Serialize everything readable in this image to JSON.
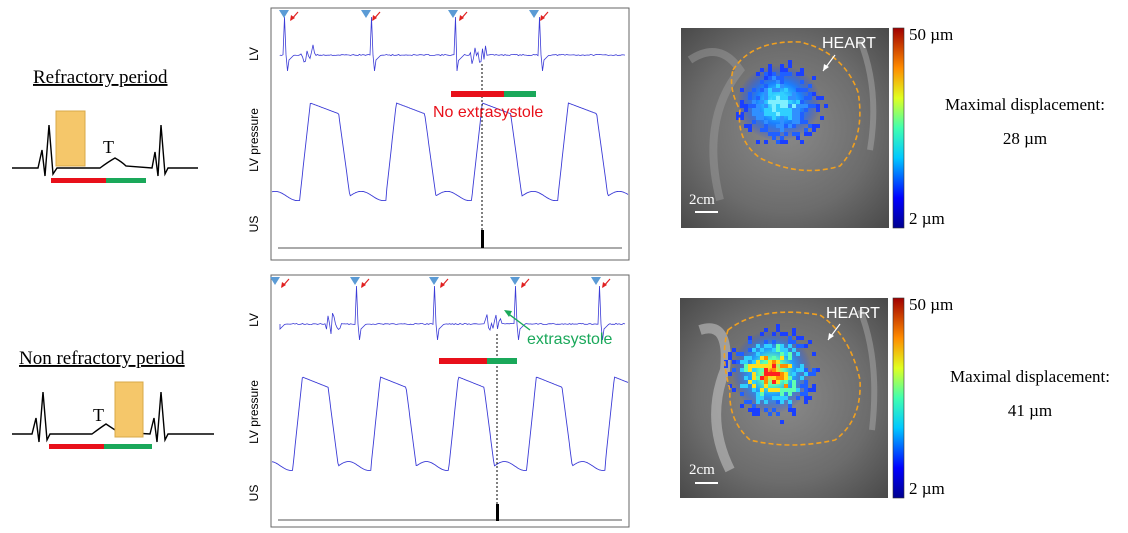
{
  "top": {
    "period_label": "Refractory period",
    "t_label": "T",
    "channel_lv": "LV",
    "channel_pressure": "LV pressure",
    "channel_us": "US",
    "result_text": "No extrasystole",
    "heart_label": "HEART",
    "scale_bar": "2cm",
    "cbar_max": "50 µm",
    "cbar_min": "2 µm",
    "displacement_title": "Maximal displacement:",
    "displacement_value": "28 µm"
  },
  "bottom": {
    "period_label": "Non refractory period",
    "t_label": "T",
    "channel_lv": "LV",
    "channel_pressure": "LV pressure",
    "channel_us": "US",
    "result_text": "extrasystole",
    "heart_label": "HEART",
    "scale_bar": "2cm",
    "cbar_max": "50 µm",
    "cbar_min": "2 µm",
    "displacement_title": "Maximal displacement:",
    "displacement_value": "41 µm"
  },
  "colors": {
    "refractory_bar": "#e8101a",
    "excitable_bar": "#1aa85a",
    "ultrasound_pulse": "#f5c76a",
    "trace_blue": "#3b3bd6",
    "trigger_marker": "#5b9bd5",
    "ecg_arrow": "#e02020",
    "extrasystole_text": "#1aa85a",
    "no_extrasystole_text": "#e8101a",
    "contour": "#f0a020"
  }
}
